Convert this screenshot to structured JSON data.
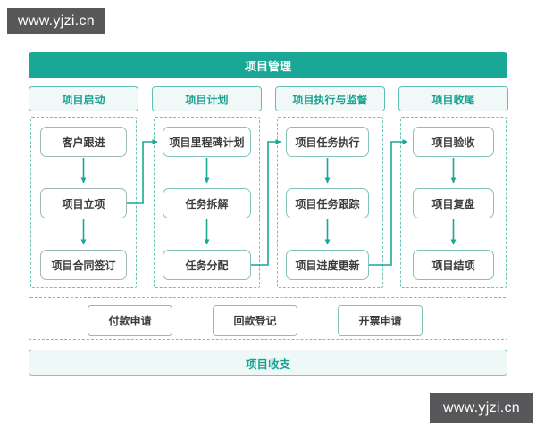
{
  "watermark": {
    "text": "www.yjzi.cn"
  },
  "diagram": {
    "title": "项目管理",
    "columns": [
      {
        "header": "项目启动",
        "steps": [
          "客户跟进",
          "项目立项",
          "项目合同签订"
        ]
      },
      {
        "header": "项目计划",
        "steps": [
          "项目里程碑计划",
          "任务拆解",
          "任务分配"
        ]
      },
      {
        "header": "项目执行与监督",
        "steps": [
          "项目任务执行",
          "项目任务跟踪",
          "项目进度更新"
        ]
      },
      {
        "header": "项目收尾",
        "steps": [
          "项目验收",
          "项目复盘",
          "项目结项"
        ]
      }
    ],
    "finance": {
      "items": [
        "付款申请",
        "回款登记",
        "开票申请"
      ],
      "banner": "项目收支"
    },
    "colors": {
      "teal": "#1aa795",
      "teal_text": "#1ba091",
      "header_bg": "#f0f9f7",
      "dashed_border": "#6cc3b8",
      "node_border": "#82c2b9",
      "node_text": "#3c3c3c",
      "badge_bg": "#58585a"
    }
  }
}
